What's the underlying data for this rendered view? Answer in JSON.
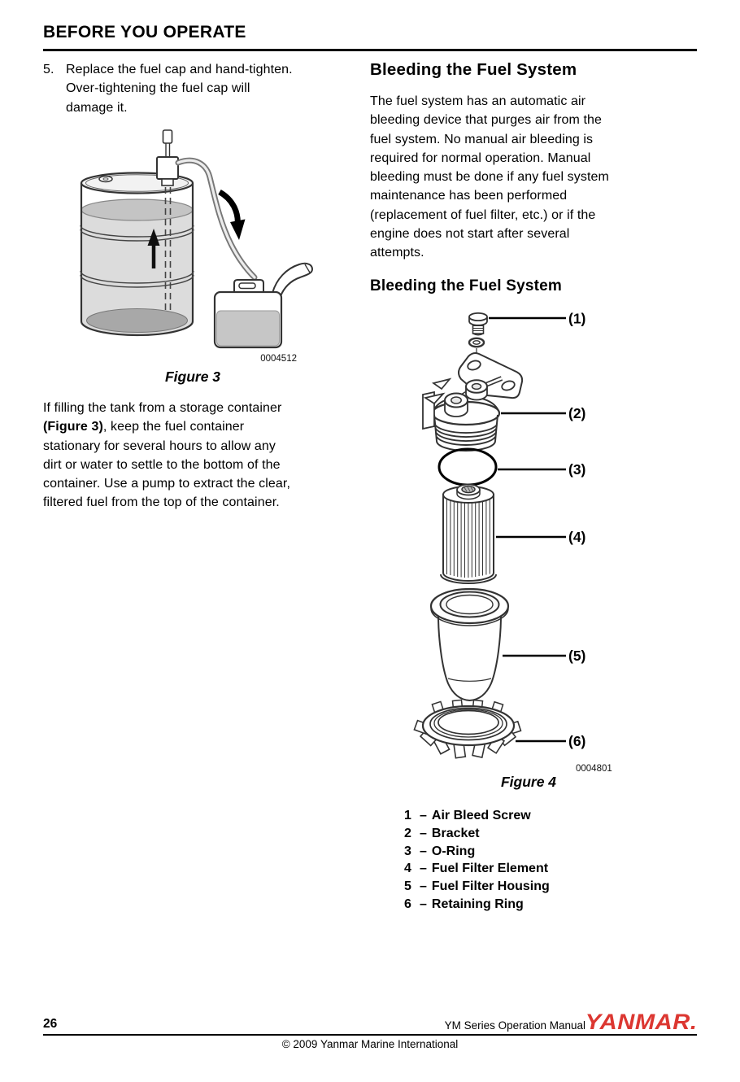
{
  "header": {
    "title": "BEFORE YOU OPERATE"
  },
  "left_column": {
    "step5": {
      "number": "5.",
      "lines": [
        "Replace the fuel cap and hand-tighten.",
        "Over-tightening the fuel cap will",
        "damage it."
      ]
    },
    "figure3": {
      "code": "0004512",
      "caption": "Figure 3"
    },
    "paragraph": {
      "line1": "If filling the tank from a storage container",
      "line2_bold": "(Figure 3)",
      "line2_rest": ", keep the fuel container",
      "line3": "stationary for several hours to allow any",
      "line4": "dirt or water to settle to the bottom of the",
      "line5": "container. Use a pump to extract the clear,",
      "line6": "filtered fuel from the top of the container."
    }
  },
  "right_column": {
    "section_heading": "Bleeding the Fuel System",
    "paragraph_lines": [
      "The fuel system has an automatic air",
      "bleeding device that purges air from the",
      "fuel system. No manual air bleeding is",
      "required for normal operation. Manual",
      "bleeding must be done if any fuel system",
      "maintenance has been performed",
      "(replacement of fuel filter, etc.) or if the",
      "engine does not start after several",
      "attempts."
    ],
    "sub_heading": "Bleeding the Fuel System",
    "figure4": {
      "code": "0004801",
      "caption": "Figure 4",
      "callouts": [
        "(1)",
        "(2)",
        "(3)",
        "(4)",
        "(5)",
        "(6)"
      ],
      "separator": "–",
      "parts": [
        {
          "num": "1",
          "name": "Air Bleed Screw"
        },
        {
          "num": "2",
          "name": "Bracket"
        },
        {
          "num": "3",
          "name": "O-Ring"
        },
        {
          "num": "4",
          "name": "Fuel Filter Element"
        },
        {
          "num": "5",
          "name": "Fuel Filter Housing"
        },
        {
          "num": "6",
          "name": "Retaining Ring"
        }
      ]
    }
  },
  "footer": {
    "page_number": "26",
    "manual_title": "YM Series Operation Manual",
    "brand": "YANMAR.",
    "brand_color": "#dc3731",
    "copyright": "© 2009 Yanmar Marine International"
  }
}
